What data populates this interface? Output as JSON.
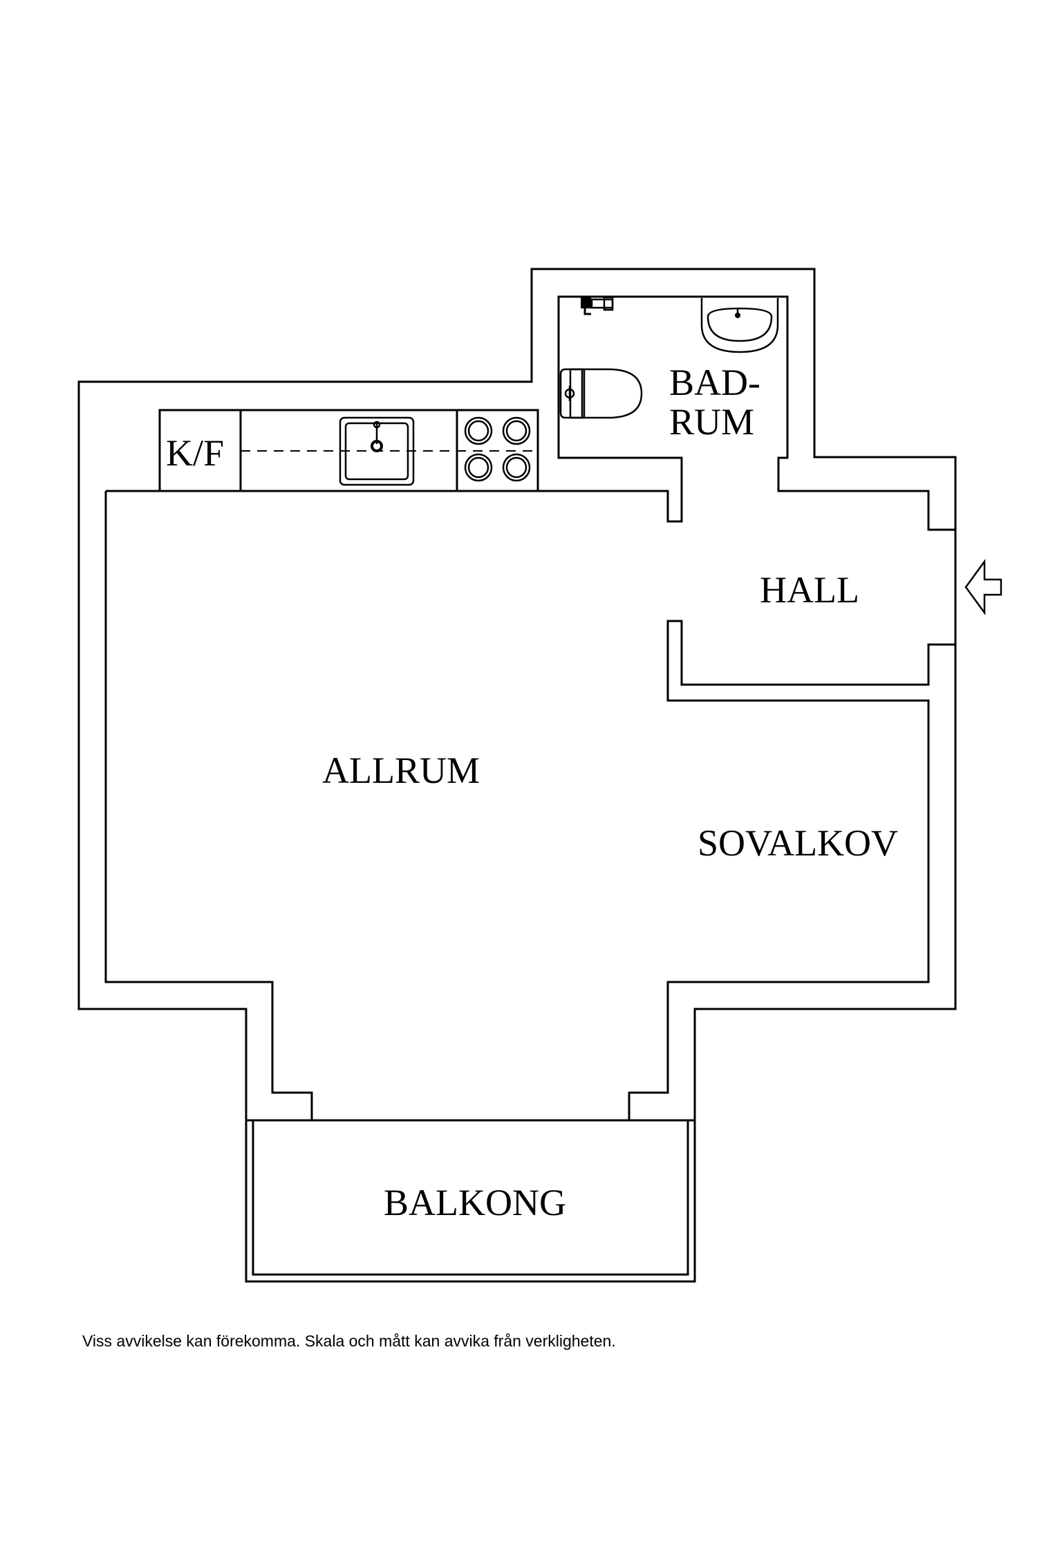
{
  "rooms": {
    "badrum_line1": "BAD-",
    "badrum_line2": "RUM",
    "kf": "K/F",
    "hall": "HALL",
    "allrum": "ALLRUM",
    "sovalkov": "SOVALKOV",
    "balkong": "BALKONG"
  },
  "disclaimer": "Viss avvikelse kan förekomma. Skala och mått kan avvika från verkligheten.",
  "icons": {
    "entrance": "arrow-left-icon",
    "sink": "kitchen-sink-icon",
    "stove": "stove-icon",
    "toilet": "toilet-icon",
    "washbasin": "washbasin-icon",
    "faucet": "faucet-icon"
  }
}
